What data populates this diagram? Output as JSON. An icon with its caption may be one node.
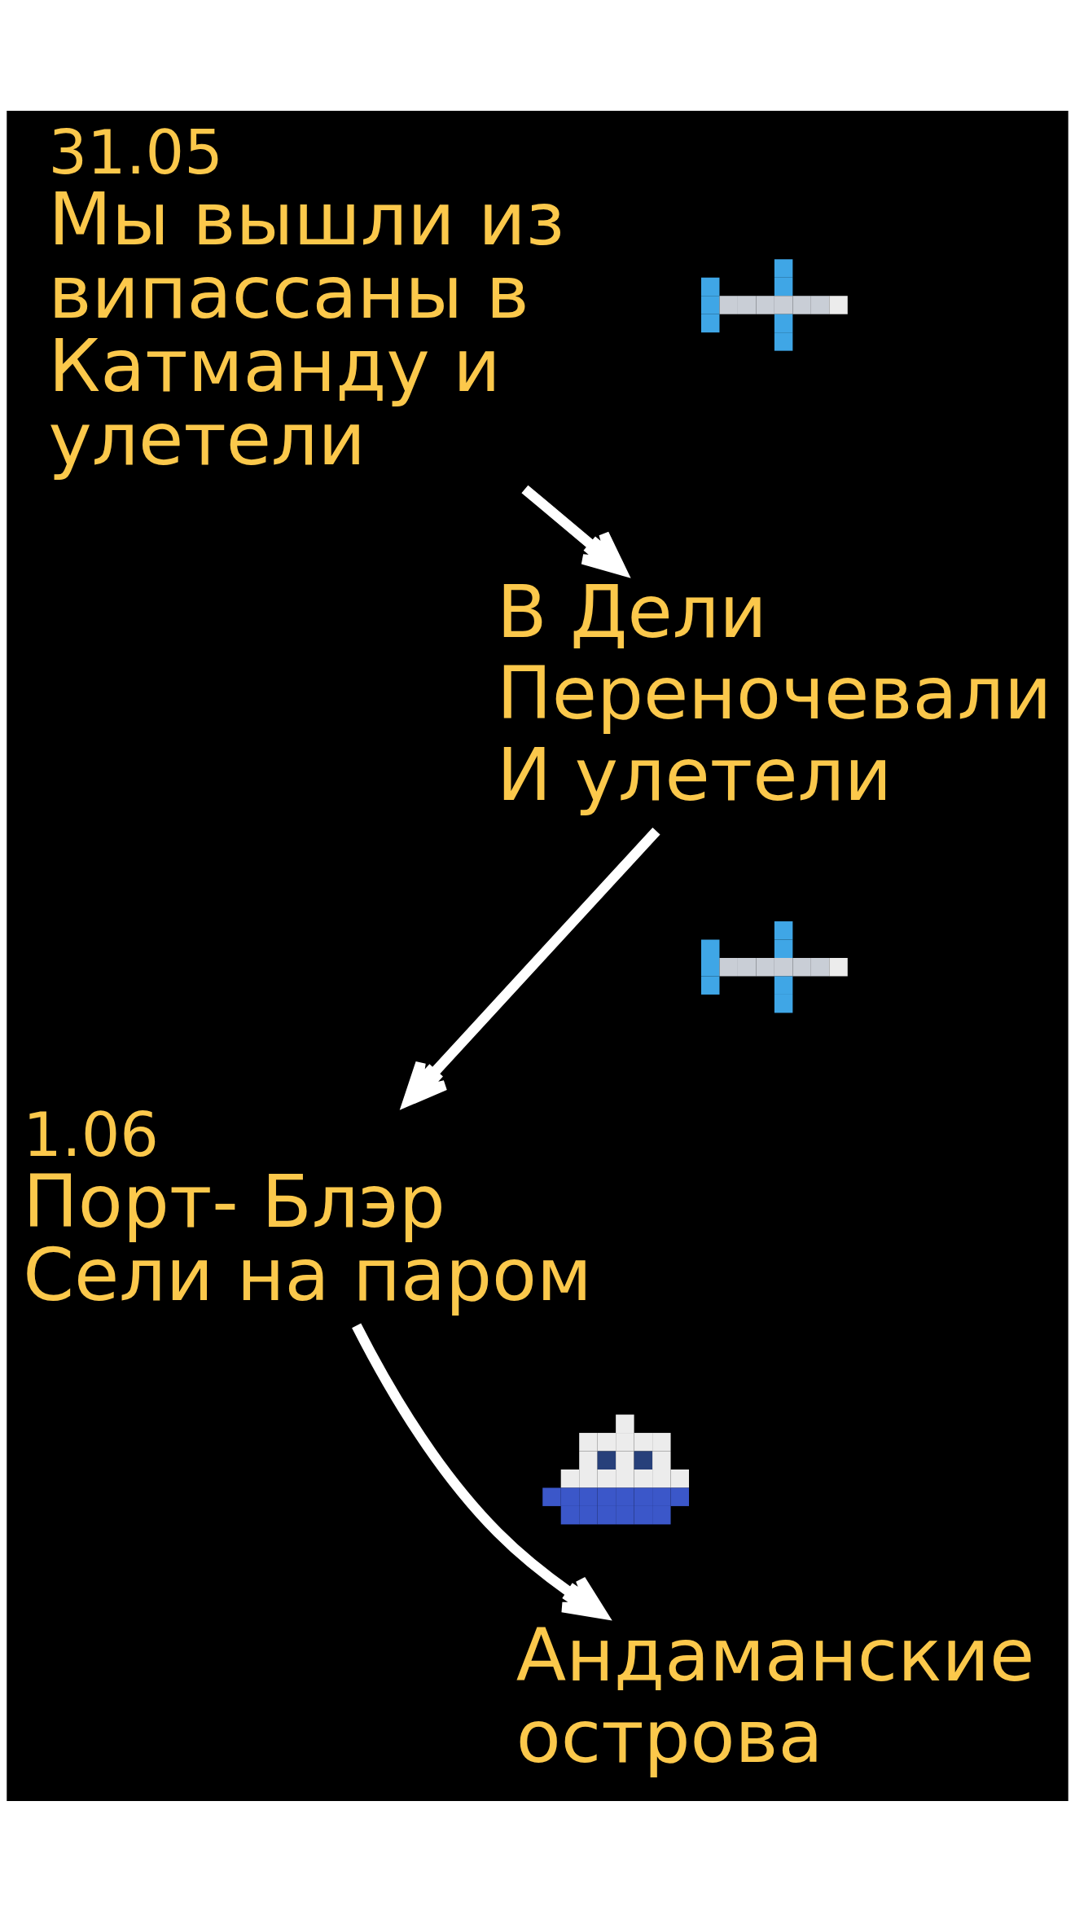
{
  "diagram": {
    "nodes": [
      {
        "text": [
          "31.05",
          "Мы вышли из випассаны в Катманду и улетели"
        ]
      },
      {
        "text": [],
        "shape": "picture"
      },
      {
        "text": [
          "В Дели Переночевали И улетели"
        ]
      },
      {
        "text": [],
        "shape": "picture"
      },
      {
        "text": [
          "1.06",
          "Порт- Блэр Сели на паром"
        ]
      },
      {
        "text": [],
        "shape": "picture"
      },
      {
        "text": [
          "Андаманские острова"
        ]
      }
    ],
    "edges": [
      {
        "from": 0,
        "to": 2,
        "arrow": "to"
      },
      {
        "from": 2,
        "to": 4,
        "arrow": "to"
      },
      {
        "from": 4,
        "to": 6,
        "arrow": "to"
      }
    ]
  }
}
